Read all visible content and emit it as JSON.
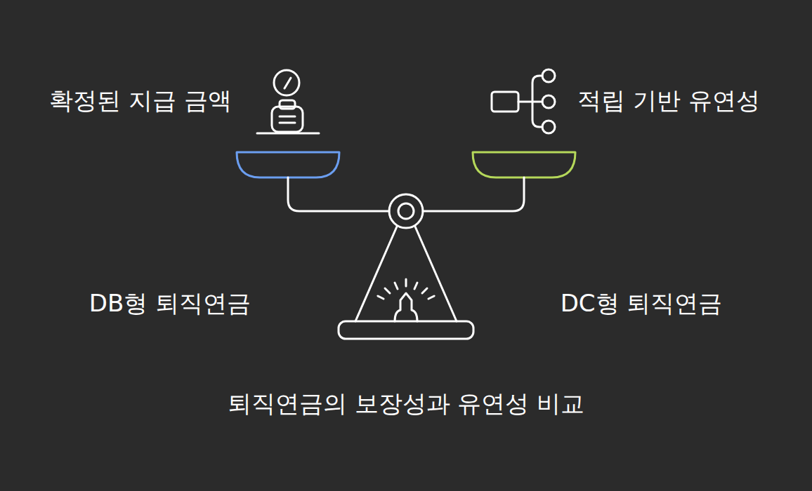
{
  "diagram": {
    "caption": "퇴직연금의 보장성과 유연성 비교",
    "labels": [
      "확정된 지급 금액",
      "적립 기반 유연성",
      "DB형 퇴직연금",
      "DC형 퇴직연금"
    ]
  }
}
